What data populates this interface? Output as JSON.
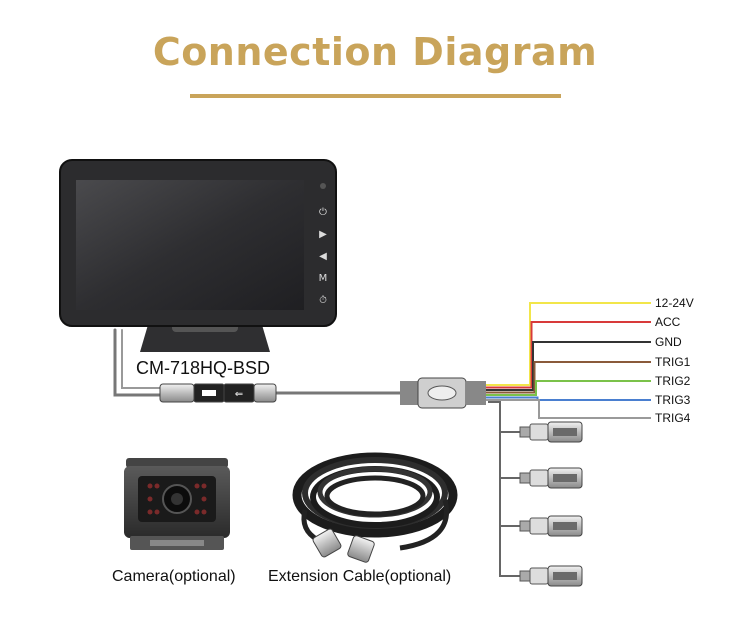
{
  "title": "Connection Diagram",
  "colors": {
    "title": "#c9a45a",
    "rule": "#c9a45a",
    "screen": "#3b3b3d",
    "bezel": "#2a2a2c"
  },
  "monitor": {
    "model": "CM-718HQ-BSD",
    "buttons": [
      "⏻",
      "▶",
      "◀",
      "M",
      "⏱"
    ]
  },
  "wires": [
    {
      "label": "12-24V",
      "color": "#f2e64a"
    },
    {
      "label": "ACC",
      "color": "#d83a3a"
    },
    {
      "label": "GND",
      "color": "#333333"
    },
    {
      "label": "TRIG1",
      "color": "#8a5a3a"
    },
    {
      "label": "TRIG2",
      "color": "#7bc24a"
    },
    {
      "label": "TRIG3",
      "color": "#4a7fd0"
    },
    {
      "label": "TRIG4",
      "color": "#9a9a9a"
    }
  ],
  "accessories": {
    "camera": "Camera(optional)",
    "cable": "Extension Cable(optional)"
  }
}
